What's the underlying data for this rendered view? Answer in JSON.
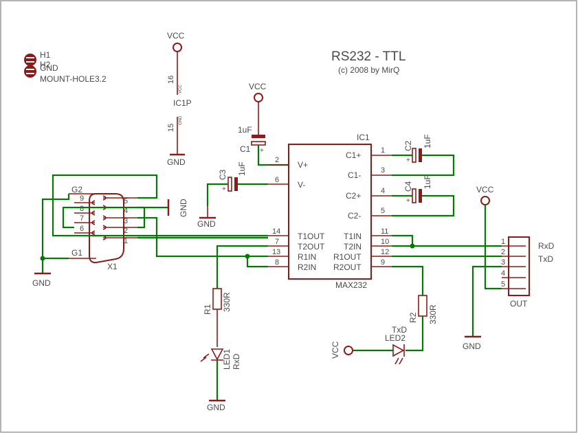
{
  "title": "RS232 - TTL",
  "subtitle": "(c) 2008 by MirQ",
  "mount": {
    "h1": "H1",
    "h2": "H2",
    "gnd": "GND",
    "part": "MOUNT-HOLE3.2"
  },
  "power": {
    "vcc": "VCC",
    "gnd": "GND"
  },
  "ic1p": {
    "name": "IC1P",
    "pin16": "16",
    "pin15": "15",
    "vcc_small": "VCC",
    "gnd_small": "GND"
  },
  "ic1": {
    "name": "IC1",
    "value": "MAX232",
    "left_pins": [
      {
        "num": "2",
        "label": "V+"
      },
      {
        "num": "6",
        "label": "V-"
      },
      {
        "num": "14",
        "label": "T1OUT"
      },
      {
        "num": "7",
        "label": "T2OUT"
      },
      {
        "num": "13",
        "label": "R1IN"
      },
      {
        "num": "8",
        "label": "R2IN"
      }
    ],
    "right_pins": [
      {
        "num": "1",
        "label": "C1+"
      },
      {
        "num": "3",
        "label": "C1-"
      },
      {
        "num": "4",
        "label": "C2+"
      },
      {
        "num": "5",
        "label": "C2-"
      },
      {
        "num": "11",
        "label": "T1IN"
      },
      {
        "num": "10",
        "label": "T2IN"
      },
      {
        "num": "12",
        "label": "R1OUT"
      },
      {
        "num": "9",
        "label": "R2OUT"
      }
    ]
  },
  "caps": {
    "c1": {
      "name": "C1",
      "value": "1uF"
    },
    "c2": {
      "name": "C2",
      "value": "1uF"
    },
    "c3": {
      "name": "C3",
      "value": "1uF"
    },
    "c4": {
      "name": "C4",
      "value": "1uF"
    }
  },
  "resistors": {
    "r1": {
      "name": "R1",
      "value": "330R"
    },
    "r2": {
      "name": "R2",
      "value": "330R"
    }
  },
  "leds": {
    "led1": {
      "name": "LED1",
      "signal": "RxD"
    },
    "led2": {
      "name": "LED2",
      "signal": "TxD"
    }
  },
  "x1": {
    "name": "X1",
    "g1": "G1",
    "g2": "G2",
    "pins_left": [
      "9",
      "8",
      "7",
      "6"
    ],
    "pins_right": [
      "5",
      "4",
      "3",
      "2",
      "1"
    ]
  },
  "out": {
    "name": "OUT",
    "pins": [
      "1",
      "2",
      "3",
      "4",
      "5"
    ],
    "rxd": "RxD",
    "txd": "TxD"
  }
}
